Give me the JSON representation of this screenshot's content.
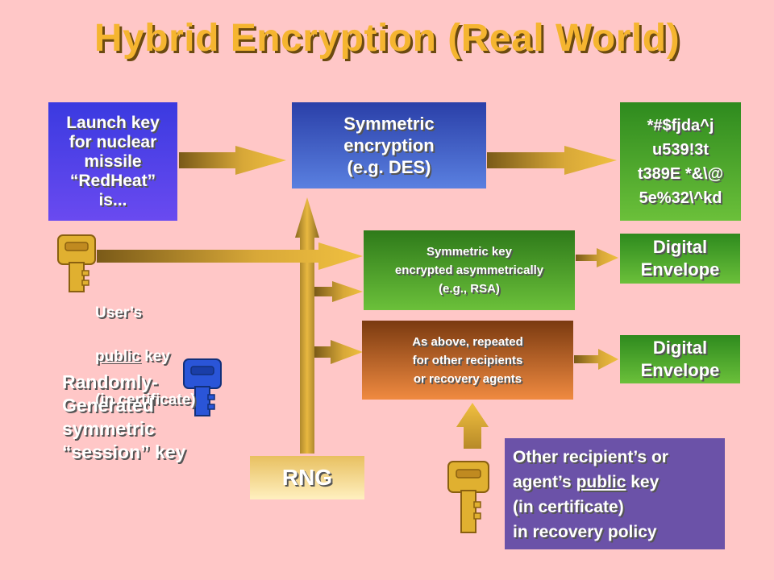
{
  "title": "Hybrid Encryption (Real World)",
  "plaintext_box": "Launch key\nfor nuclear\nmissile\n“RedHeat”\nis...",
  "symmetric_box": "Symmetric\nencryption\n(e.g. DES)",
  "ciphertext_box": "*#$fjda^j\nu539!3t\nt389E *&\\@\n5e%32\\^kd",
  "asym_box": "Symmetric key\nencrypted asymmetrically\n(e.g., RSA)",
  "repeat_box": "As above, repeated\nfor other recipients\nor recovery agents",
  "envelope_1": "Digital\nEnvelope",
  "envelope_2": "Digital\nEnvelope",
  "rng_box": "RNG",
  "user_key_label": {
    "line1": "User’s",
    "underlined": "public",
    "after": " key",
    "line3": "(in certificate)"
  },
  "session_key_label": "Randomly-\nGenerated\nsymmetric\n“session” key",
  "other_recipient_box": {
    "line1": "Other recipient’s or",
    "pre": "agent’s ",
    "underlined": "public",
    "post": " key",
    "line3": "(in certificate)",
    "line4": "in recovery policy"
  },
  "icons": [
    "gold-key-icon",
    "blue-key-icon",
    "gold-key-icon"
  ],
  "colors": {
    "background": "#FFC7C7",
    "title": "#F5B530",
    "key_gold": "#E0B030",
    "key_blue": "#2A55D8",
    "purple_box": "#6B52A8"
  }
}
